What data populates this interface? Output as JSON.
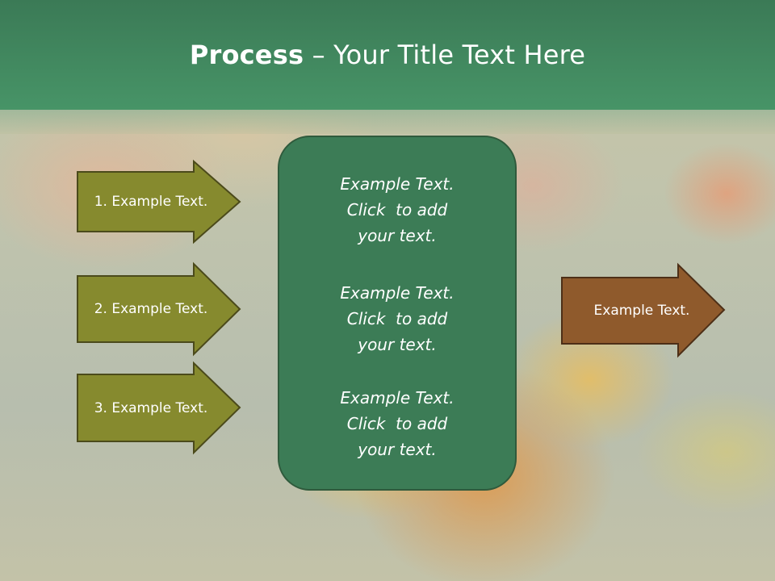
{
  "slide": {
    "title_bold": "Process",
    "title_rest": " – Your Title Text Here"
  },
  "steps": [
    {
      "label": "1. Example Text."
    },
    {
      "label": "2. Example Text."
    },
    {
      "label": "3. Example Text."
    }
  ],
  "center_blocks": [
    {
      "line1": "Example Text.",
      "line2": "Click  to add",
      "line3": "your text."
    },
    {
      "line1": "Example Text.",
      "line2": "Click  to add",
      "line3": "your text."
    },
    {
      "line1": "Example Text.",
      "line2": "Click  to add",
      "line3": "your text."
    }
  ],
  "output": {
    "label": "Example Text."
  },
  "colors": {
    "title_bar": "#479467",
    "center_box": "#3c7c56",
    "step_arrow": "#868a2e",
    "output_arrow": "#8f5a2c"
  }
}
